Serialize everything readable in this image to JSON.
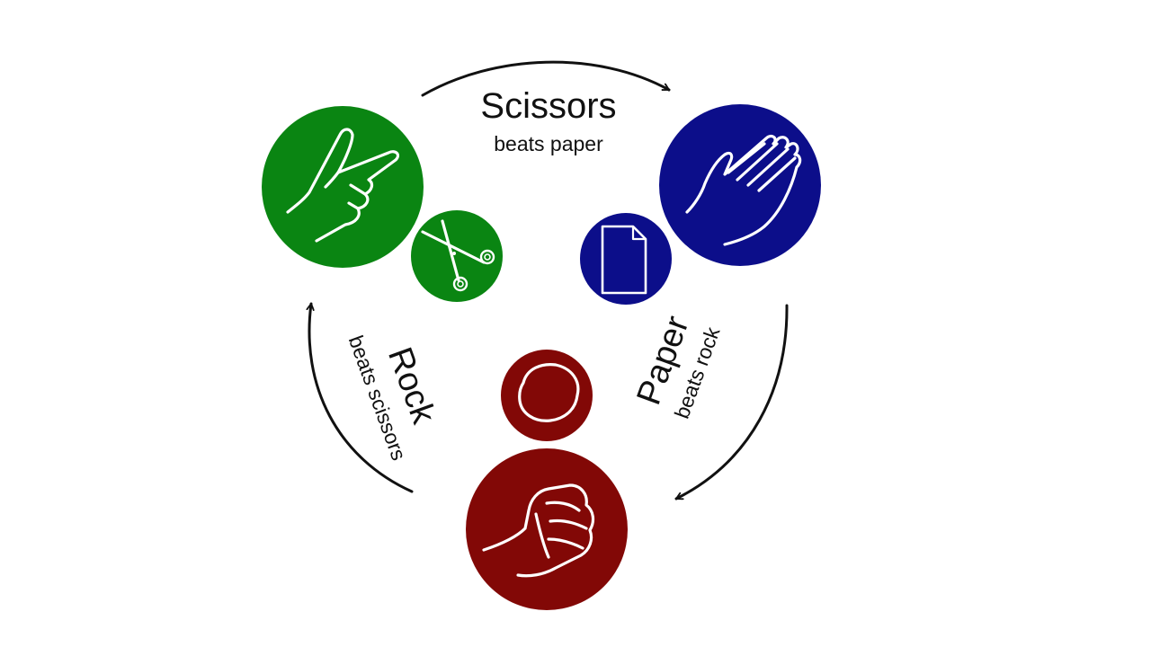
{
  "colors": {
    "scissors": "#0a8512",
    "paper": "#0c0e8a",
    "rock": "#820806",
    "arrow": "#111111"
  },
  "labels": {
    "scissors": {
      "title": "Scissors",
      "subtitle": "beats paper"
    },
    "paper": {
      "title": "Paper",
      "subtitle": "beats rock"
    },
    "rock": {
      "title": "Rock",
      "subtitle": "beats scissors"
    }
  },
  "icons": {
    "scissors_hand": "peace-sign-hand-icon",
    "scissors_tool": "scissors-icon",
    "paper_hand": "open-hand-icon",
    "paper_sheet": "document-icon",
    "rock_hand": "fist-icon",
    "rock_stone": "rock-icon"
  }
}
